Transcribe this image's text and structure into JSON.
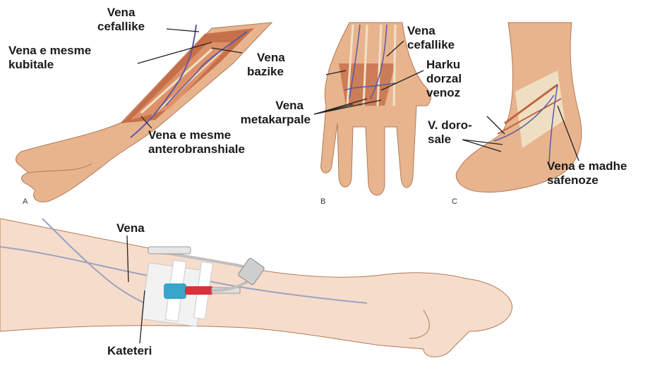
{
  "panels": [
    {
      "letter": "A",
      "labels": {
        "cephalic": [
          "Vena",
          "cefallike"
        ],
        "median_cubital": [
          "Vena e mesme",
          "kubitale"
        ],
        "basilic": [
          "Vena",
          "bazike"
        ],
        "median_antebrachial": [
          "Vena e mesme",
          "anterobranshiale"
        ]
      }
    },
    {
      "letter": "B",
      "labels": {
        "cephalic": [
          "Vena",
          "cefallike"
        ],
        "dorsal_arch": [
          "Harku",
          "dorzal",
          "venoz"
        ],
        "metacarpal": [
          "Vena",
          "metakarpale"
        ]
      }
    },
    {
      "letter": "C",
      "labels": {
        "dorsal": [
          "V. doro-",
          "sale"
        ],
        "great_saphenous": [
          "Vena e madhe",
          "safenoze"
        ]
      }
    }
  ],
  "bottom": {
    "vein_label": "Vena",
    "catheter_label": "Kateteri"
  },
  "colors": {
    "skin": "#e8b48e",
    "skin_shadow": "#c98f6a",
    "muscle": "#c0643e",
    "tendon": "#efe3c8",
    "vein": "#5a5aa0",
    "forearm_pale": "#f6dccb",
    "catheter_blue": "#37a6c9",
    "catheter_red": "#d8323c"
  }
}
